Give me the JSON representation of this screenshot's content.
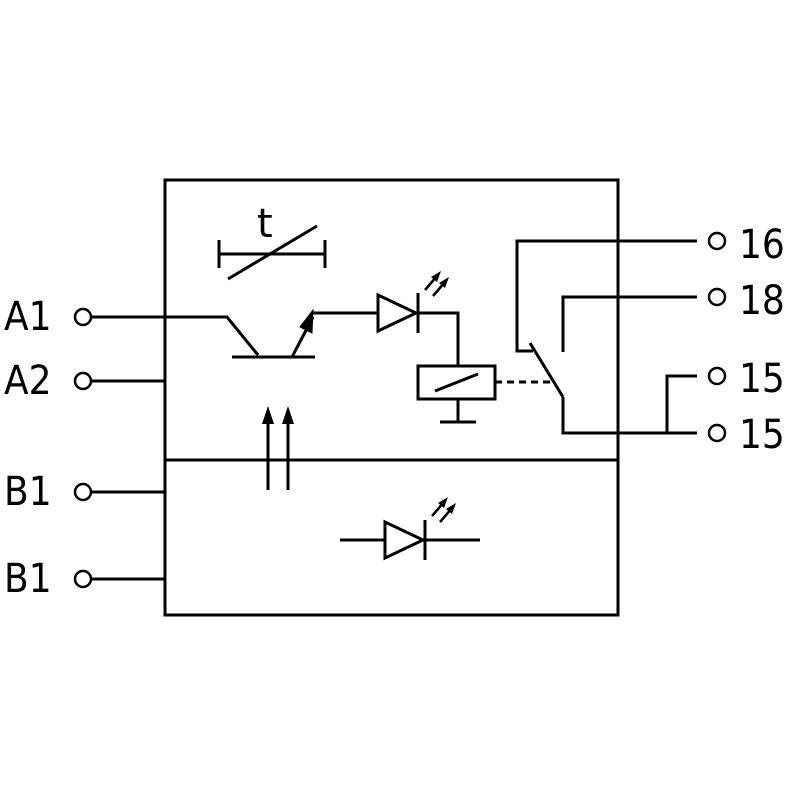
{
  "terminals": {
    "left": [
      "A1",
      "A2",
      "B1",
      "B1"
    ],
    "right": [
      "16",
      "18",
      "15",
      "15"
    ]
  },
  "timer_symbol": {
    "label": "t"
  }
}
